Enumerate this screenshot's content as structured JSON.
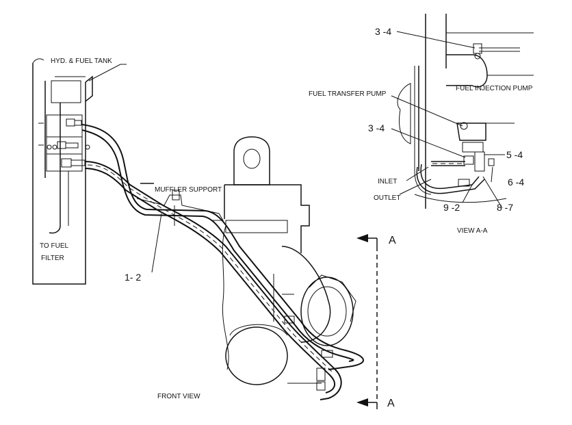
{
  "labels": {
    "hyd_fuel_tank": "HYD. & FUEL TANK",
    "muffler_support": "MUFFLER SUPPORT",
    "to_fuel": "TO FUEL",
    "filter": "FILTER",
    "callout_1_2": "1- 2",
    "front_view": "FRONT VIEW",
    "section_a_top": "A",
    "section_a_bottom": "A",
    "callout_3_4_top": "3 -4",
    "fuel_injection_pump": "FUEL INJECTION PUMP",
    "fuel_transfer_pump": "FUEL TRANSFER PUMP",
    "callout_3_4_mid": "3 -4",
    "callout_5_4": "5 -4",
    "inlet": "INLET",
    "callout_6_4": "6 -4",
    "outlet": "OUTLET",
    "callout_9_2": "9 -2",
    "callout_8_7": "8 -7",
    "view_aa": "VIEW A-A"
  }
}
